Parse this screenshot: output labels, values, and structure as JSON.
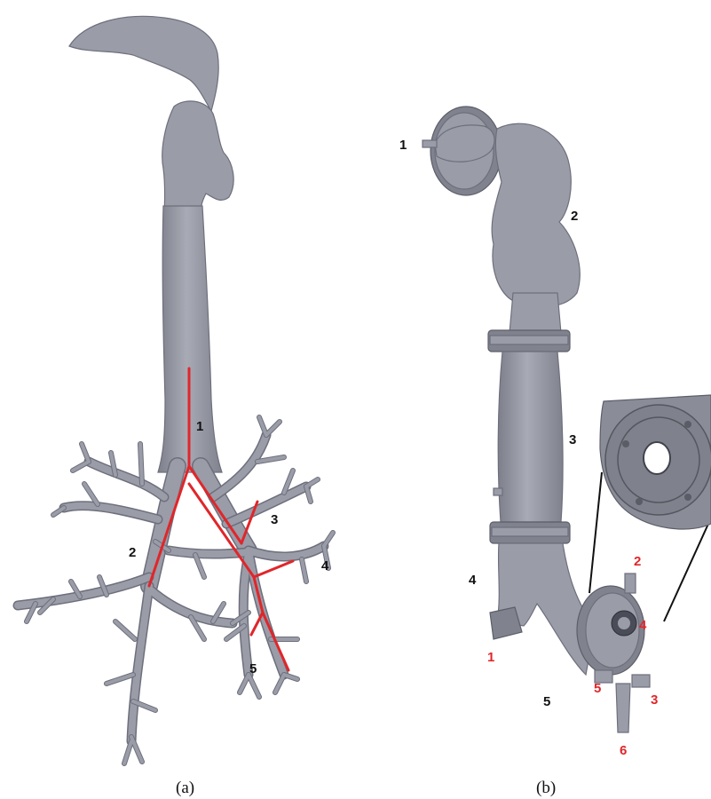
{
  "panel_a": {
    "caption": "(a)",
    "labels": [
      "1",
      "2",
      "3",
      "4",
      "5"
    ]
  },
  "panel_b": {
    "caption": "(b)",
    "black_labels": [
      "1",
      "2",
      "3",
      "4",
      "5"
    ],
    "red_labels": [
      "1",
      "2",
      "3",
      "4",
      "5",
      "6"
    ]
  },
  "colors": {
    "model_gray": "#9a9ca8",
    "centerline_red": "#e0262a"
  }
}
